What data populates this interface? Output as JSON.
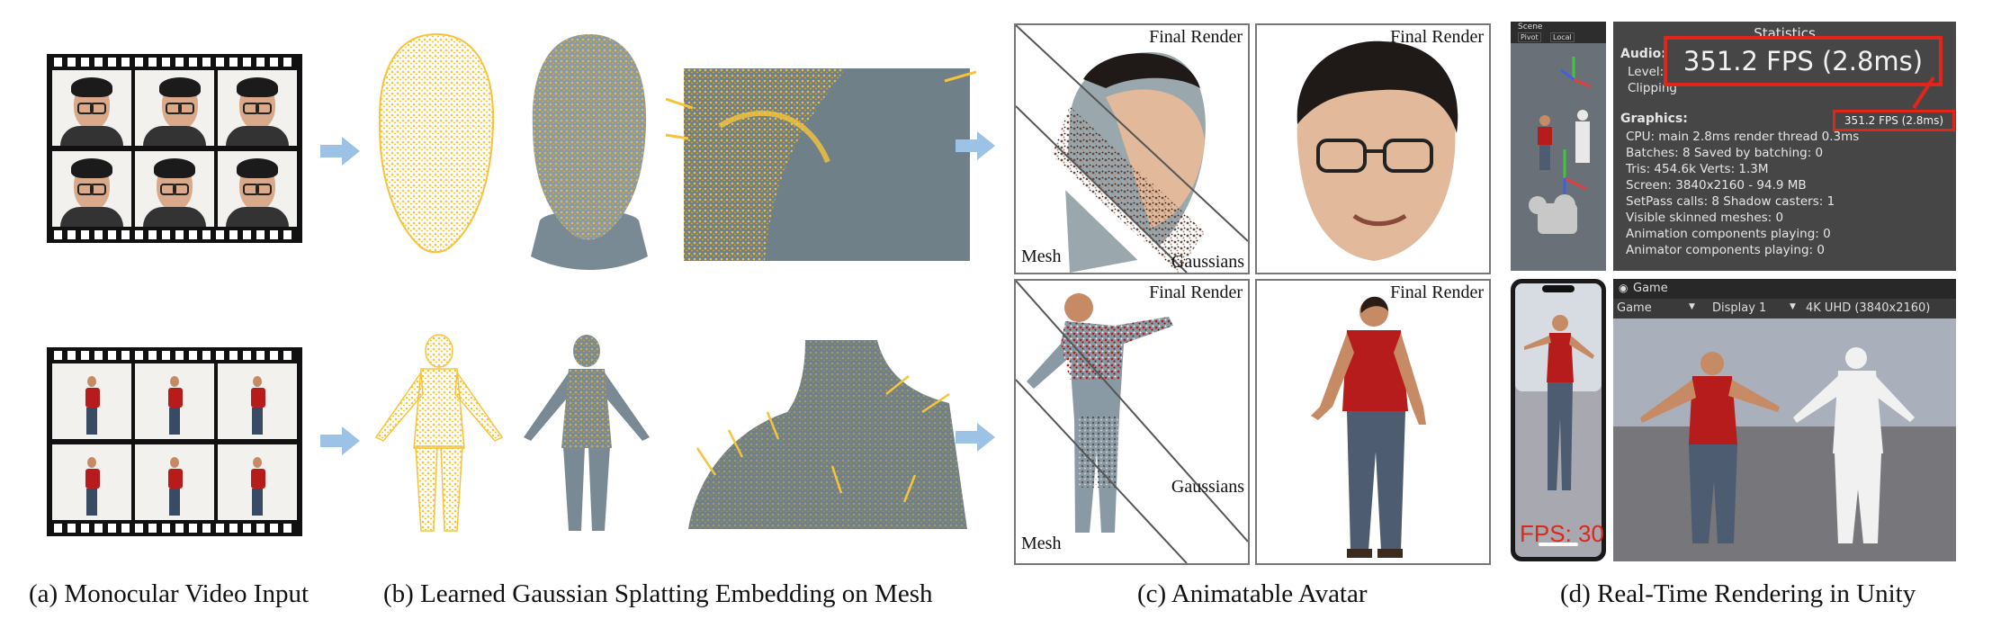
{
  "captions": {
    "a": "(a) Monocular Video Input",
    "b": "(b) Learned Gaussian Splatting Embedding on Mesh",
    "c": "(c) Animatable Avatar",
    "d": "(d) Real-Time Rendering in Unity"
  },
  "avatar_labels": {
    "final_render": "Final Render",
    "mesh": "Mesh",
    "gaussians": "Gaussians"
  },
  "unity": {
    "scene_tab": "Scene",
    "scene_pivot": "Pivot",
    "scene_local": "Local",
    "stats_title": "Statistics",
    "audio_label": "Audio:",
    "level_label": "Level:",
    "clipping_label": "Clipping",
    "fps_big": "351.2 FPS (2.8ms)",
    "graphics_label": "Graphics:",
    "fps_small": "351.2 FPS (2.8ms)",
    "cpu_line": "CPU: main 2.8ms  render thread 0.3ms",
    "batches_line": "Batches: 8      Saved by batching: 0",
    "tris_line": "Tris: 454.6k     Verts: 1.3M",
    "screen_line": "Screen: 3840x2160 - 94.9 MB",
    "setpass_line": "SetPass calls: 8          Shadow casters: 1",
    "skinned_line": "Visible skinned meshes: 0",
    "anim_line": "Animation components playing: 0",
    "animator_line": "Animator components playing: 0",
    "game_tab": "Game",
    "game_dropdown": "Game",
    "display_dropdown": "Display 1",
    "resolution_dropdown": "4K UHD (3840x2160)",
    "phone_fps": "FPS: 30"
  },
  "colors": {
    "gaussian_yellow": "#f6c33c",
    "mesh_gray": "#7a8a94",
    "arrow_blue": "#9cc2e6",
    "highlight_red": "#e0261b"
  }
}
